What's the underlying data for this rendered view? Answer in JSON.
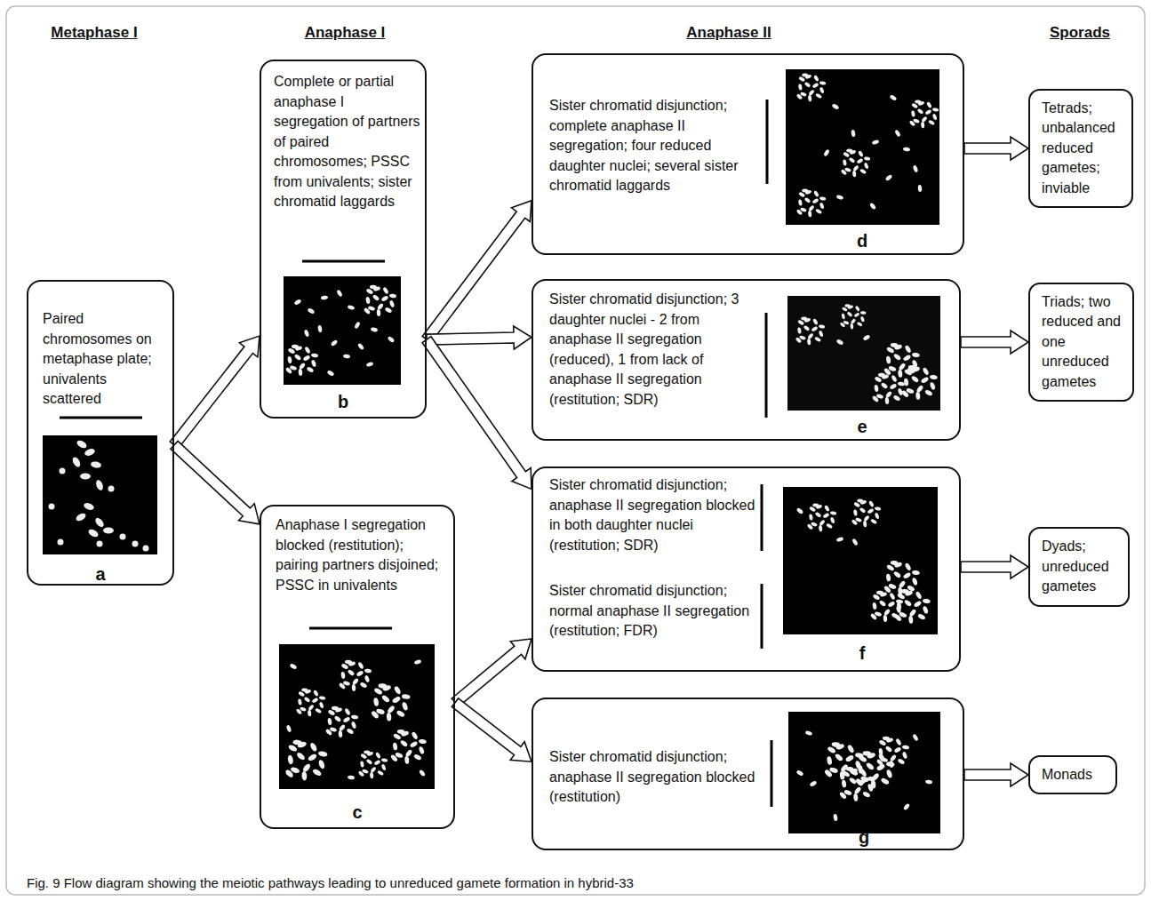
{
  "diagram": {
    "caption": "Fig. 9 Flow diagram showing the meiotic pathways leading to unreduced gamete formation in hybrid-33",
    "nodes": [
      {
        "text": [
          "Paired chromosomes on metaphase plate; univalents scattered",
          "a"
        ]
      },
      {
        "text": [
          "Complete or partial anaphase I segregation of partners of paired chromosomes; PSSC from univalents; sister chromatid laggards",
          "b"
        ]
      },
      {
        "text": [
          "Anaphase I segregation blocked (restitution); pairing partners disjoined; PSSC in univalents",
          "c"
        ]
      },
      {
        "text": [
          "Sister chromatid disjunction; complete anaphase II segregation; four reduced daughter nuclei; several sister chromatid laggards",
          "d"
        ]
      },
      {
        "text": [
          "Sister chromatid disjunction; 3 daughter nuclei - 2 from anaphase II segregation (reduced), 1 from lack of anaphase II segregation (restitution; SDR)",
          "e"
        ]
      },
      {
        "text": [
          "Sister chromatid disjunction; anaphase II segregation blocked in both daughter nuclei (restitution; SDR)",
          "Sister chromatid disjunction; normal anaphase II segregation (restitution; FDR)",
          "f"
        ]
      },
      {
        "text": [
          "Sister chromatid disjunction; anaphase II segregation blocked (restitution)",
          "g"
        ]
      },
      {
        "text": [
          "Tetrads; unbalanced reduced gametes; inviable"
        ]
      },
      {
        "text": [
          "Triads; two reduced and one unreduced gametes"
        ]
      },
      {
        "text": [
          "Dyads; unreduced gametes"
        ]
      },
      {
        "text": [
          "Monads"
        ]
      }
    ],
    "edges": [
      {
        "from": 0,
        "to": 1,
        "arrow": "to"
      },
      {
        "from": 0,
        "to": 2,
        "arrow": "to"
      },
      {
        "from": 1,
        "to": 3,
        "arrow": "to"
      },
      {
        "from": 1,
        "to": 4,
        "arrow": "to"
      },
      {
        "from": 1,
        "to": 5,
        "arrow": "to"
      },
      {
        "from": 2,
        "to": 5,
        "arrow": "to"
      },
      {
        "from": 2,
        "to": 6,
        "arrow": "to"
      },
      {
        "from": 3,
        "to": 7,
        "arrow": "to"
      },
      {
        "from": 4,
        "to": 8,
        "arrow": "to"
      },
      {
        "from": 5,
        "to": 9,
        "arrow": "to"
      },
      {
        "from": 6,
        "to": 10,
        "arrow": "to"
      }
    ],
    "labels": [
      "Metaphase I",
      "Anaphase I",
      "Anaphase II",
      "Sporads"
    ]
  }
}
